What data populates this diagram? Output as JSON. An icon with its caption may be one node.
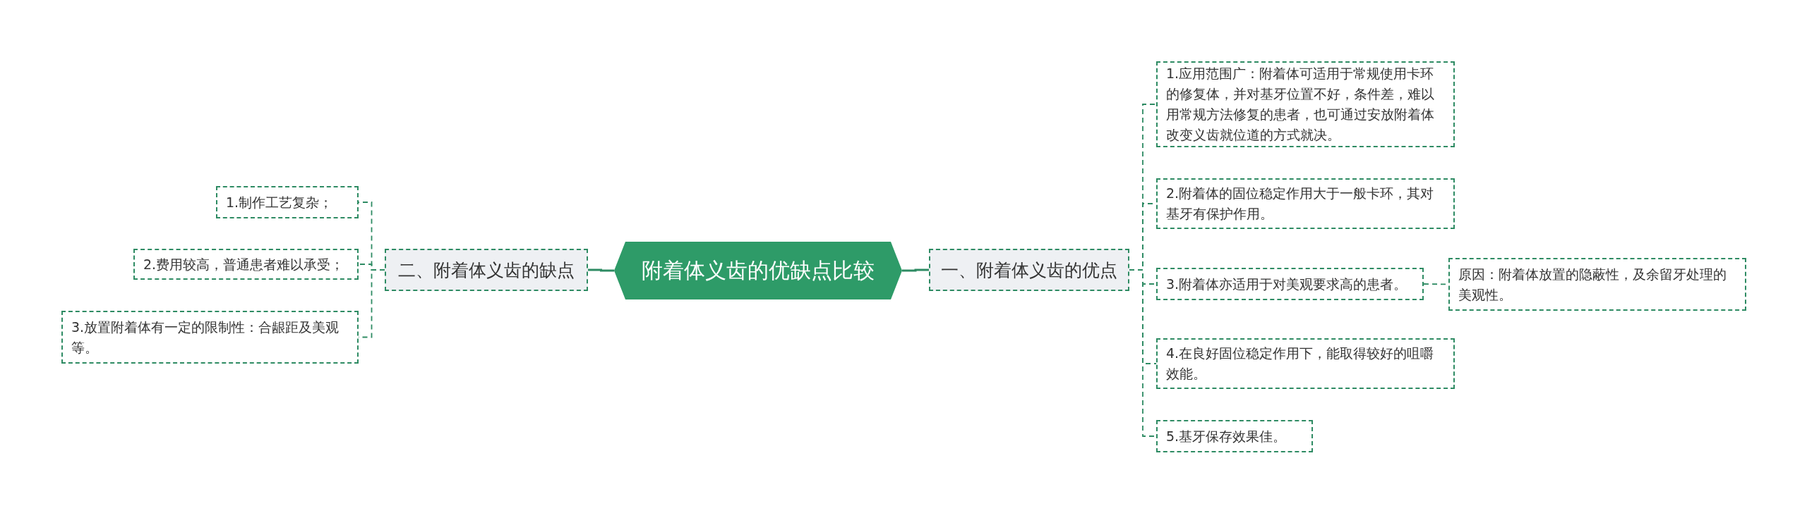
{
  "diagram": {
    "nodes": [
      {
        "text": [
          "附着体义齿的优缺点比较"
        ]
      },
      {
        "text": [
          "一、附着体义齿的优点"
        ]
      },
      {
        "text": [
          "1.应用范围广：附着体可适用于常规使用卡环的修复体，并对基牙位置不好，条件差，难以用常规方法修复的患者，也可通过安放附着体改变义齿就位道的方式就决。"
        ]
      },
      {
        "text": [
          "2.附着体的固位稳定作用大于一般卡环，其对基牙有保护作用。"
        ]
      },
      {
        "text": [
          "3.附着体亦适用于对美观要求高的患者。"
        ]
      },
      {
        "text": [
          "原因：附着体放置的隐蔽性，及余留牙处理的美观性。"
        ]
      },
      {
        "text": [
          "4.在良好固位稳定作用下，能取得较好的咀嚼效能。"
        ]
      },
      {
        "text": [
          "5.基牙保存效果佳。"
        ]
      },
      {
        "text": [
          "二、附着体义齿的缺点"
        ]
      },
      {
        "text": [
          "1.制作工艺复杂；"
        ]
      },
      {
        "text": [
          "2.费用较高，普通患者难以承受；"
        ]
      },
      {
        "text": [
          "3.放置附着体有一定的限制性：合龈距及美观等。"
        ]
      }
    ],
    "edges": [
      {
        "from": 0,
        "to": 1,
        "arrow": "none"
      },
      {
        "from": 1,
        "to": 2,
        "arrow": "none",
        "style": "dashed"
      },
      {
        "from": 1,
        "to": 3,
        "arrow": "none",
        "style": "dashed"
      },
      {
        "from": 1,
        "to": 4,
        "arrow": "none",
        "style": "dashed"
      },
      {
        "from": 4,
        "to": 5,
        "arrow": "none",
        "style": "dashed"
      },
      {
        "from": 1,
        "to": 6,
        "arrow": "none",
        "style": "dashed"
      },
      {
        "from": 1,
        "to": 7,
        "arrow": "none",
        "style": "dashed"
      },
      {
        "from": 0,
        "to": 8,
        "arrow": "none"
      },
      {
        "from": 8,
        "to": 9,
        "arrow": "none",
        "style": "dashed"
      },
      {
        "from": 8,
        "to": 10,
        "arrow": "none",
        "style": "dashed"
      },
      {
        "from": 8,
        "to": 11,
        "arrow": "none",
        "style": "dashed"
      }
    ]
  }
}
